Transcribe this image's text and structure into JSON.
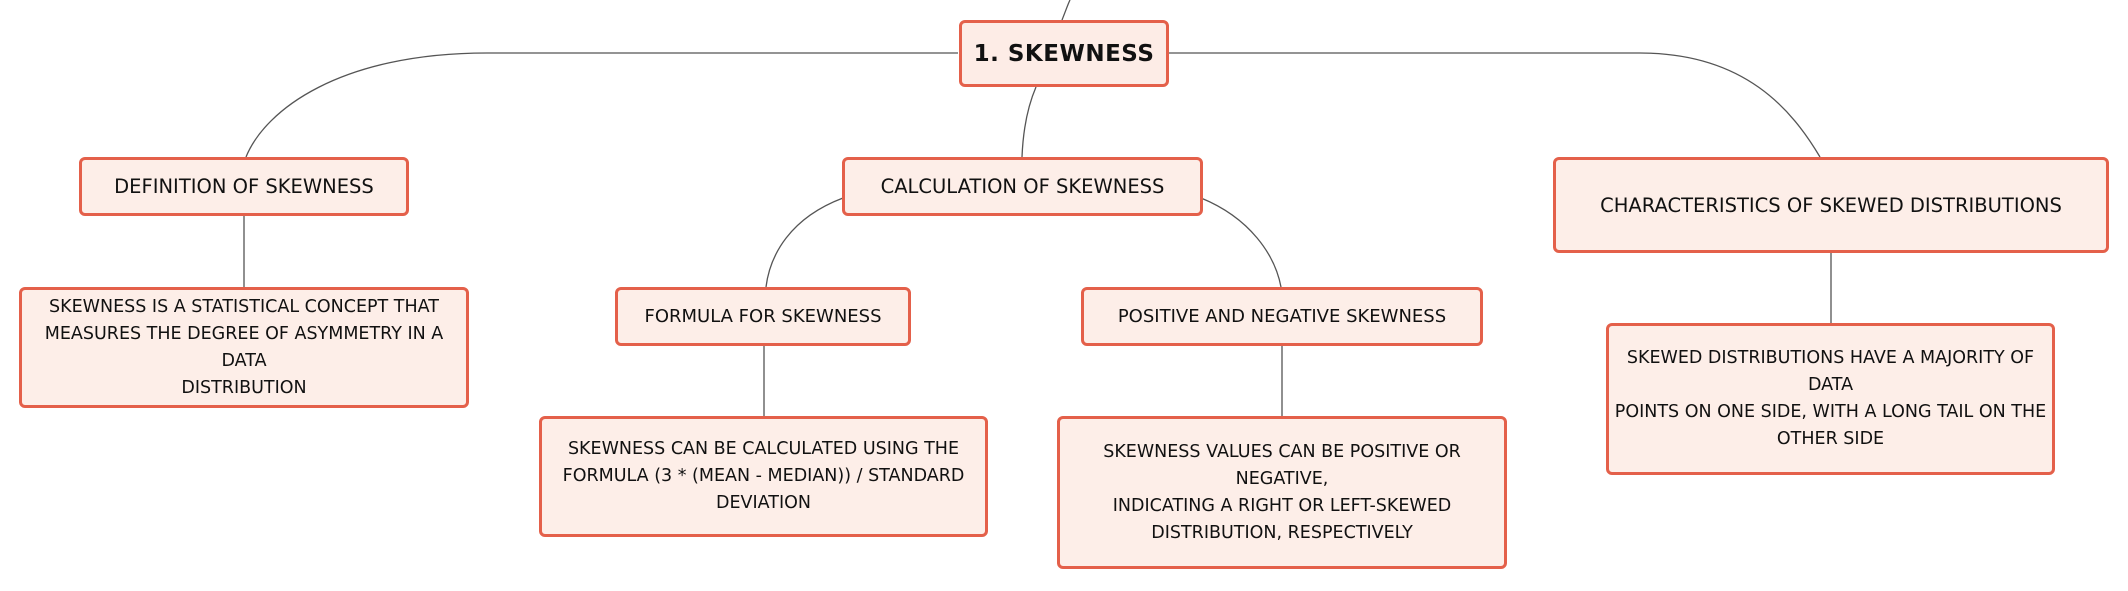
{
  "colors": {
    "node_border": "#e4604a",
    "node_fill": "#fdeee8",
    "connector": "#555555",
    "text": "#111111"
  },
  "mindmap": {
    "root": {
      "label": "1. SKEWNESS"
    },
    "branches": [
      {
        "label": "DEFINITION OF SKEWNESS",
        "detail": "SKEWNESS IS A STATISTICAL CONCEPT THAT\nMEASURES THE DEGREE OF ASYMMETRY IN A DATA\nDISTRIBUTION"
      },
      {
        "label": "CALCULATION OF SKEWNESS",
        "children": [
          {
            "label": "FORMULA FOR SKEWNESS",
            "detail": "SKEWNESS CAN BE CALCULATED USING THE\nFORMULA (3 * (MEAN - MEDIAN)) / STANDARD\nDEVIATION"
          },
          {
            "label": "POSITIVE AND NEGATIVE SKEWNESS",
            "detail": "SKEWNESS VALUES CAN BE POSITIVE OR NEGATIVE,\nINDICATING A RIGHT OR LEFT-SKEWED\nDISTRIBUTION, RESPECTIVELY"
          }
        ]
      },
      {
        "label": "CHARACTERISTICS OF SKEWED DISTRIBUTIONS",
        "detail": "SKEWED DISTRIBUTIONS HAVE A MAJORITY OF DATA\nPOINTS ON ONE SIDE, WITH A LONG TAIL ON THE\nOTHER SIDE"
      }
    ]
  }
}
